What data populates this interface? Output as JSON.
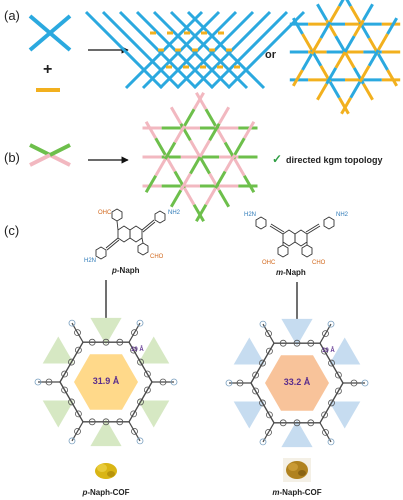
{
  "panels": {
    "a": "(a)",
    "b": "(b)",
    "c": "(c)"
  },
  "panel_a": {
    "plus": "+",
    "or": "or"
  },
  "panel_b": {
    "check": "✓",
    "note": "directed kgm topology"
  },
  "molecules": {
    "left": {
      "name_italic": "p",
      "name_rest": "-Naph",
      "labels": {
        "ohc": "OHC",
        "nh2_top": "NH2",
        "h2n": "H2N",
        "cho": "CHO"
      }
    },
    "right": {
      "name_italic": "m",
      "name_rest": "-Naph",
      "labels": {
        "h2n": "H2N",
        "nh2": "NH2",
        "ohc": "OHC",
        "cho": "CHO"
      }
    }
  },
  "cofs": {
    "left": {
      "name_italic": "p",
      "name_rest": "-Naph-COF",
      "pore": "31.9 Å",
      "small_pore": "10 Å"
    },
    "right": {
      "name_italic": "m",
      "name_rest": "-Naph-COF",
      "pore": "33.2 Å",
      "small_pore": "10 Å"
    }
  },
  "colors": {
    "blue": "#2ba9df",
    "yellow": "#f2b01e",
    "pink": "#f2b8c0",
    "green": "#6dbf4b",
    "hex_left": "#ffd98a",
    "hex_right": "#f8c39a",
    "tri_left": "#d6e8c3",
    "tri_right": "#c6dcf0"
  }
}
